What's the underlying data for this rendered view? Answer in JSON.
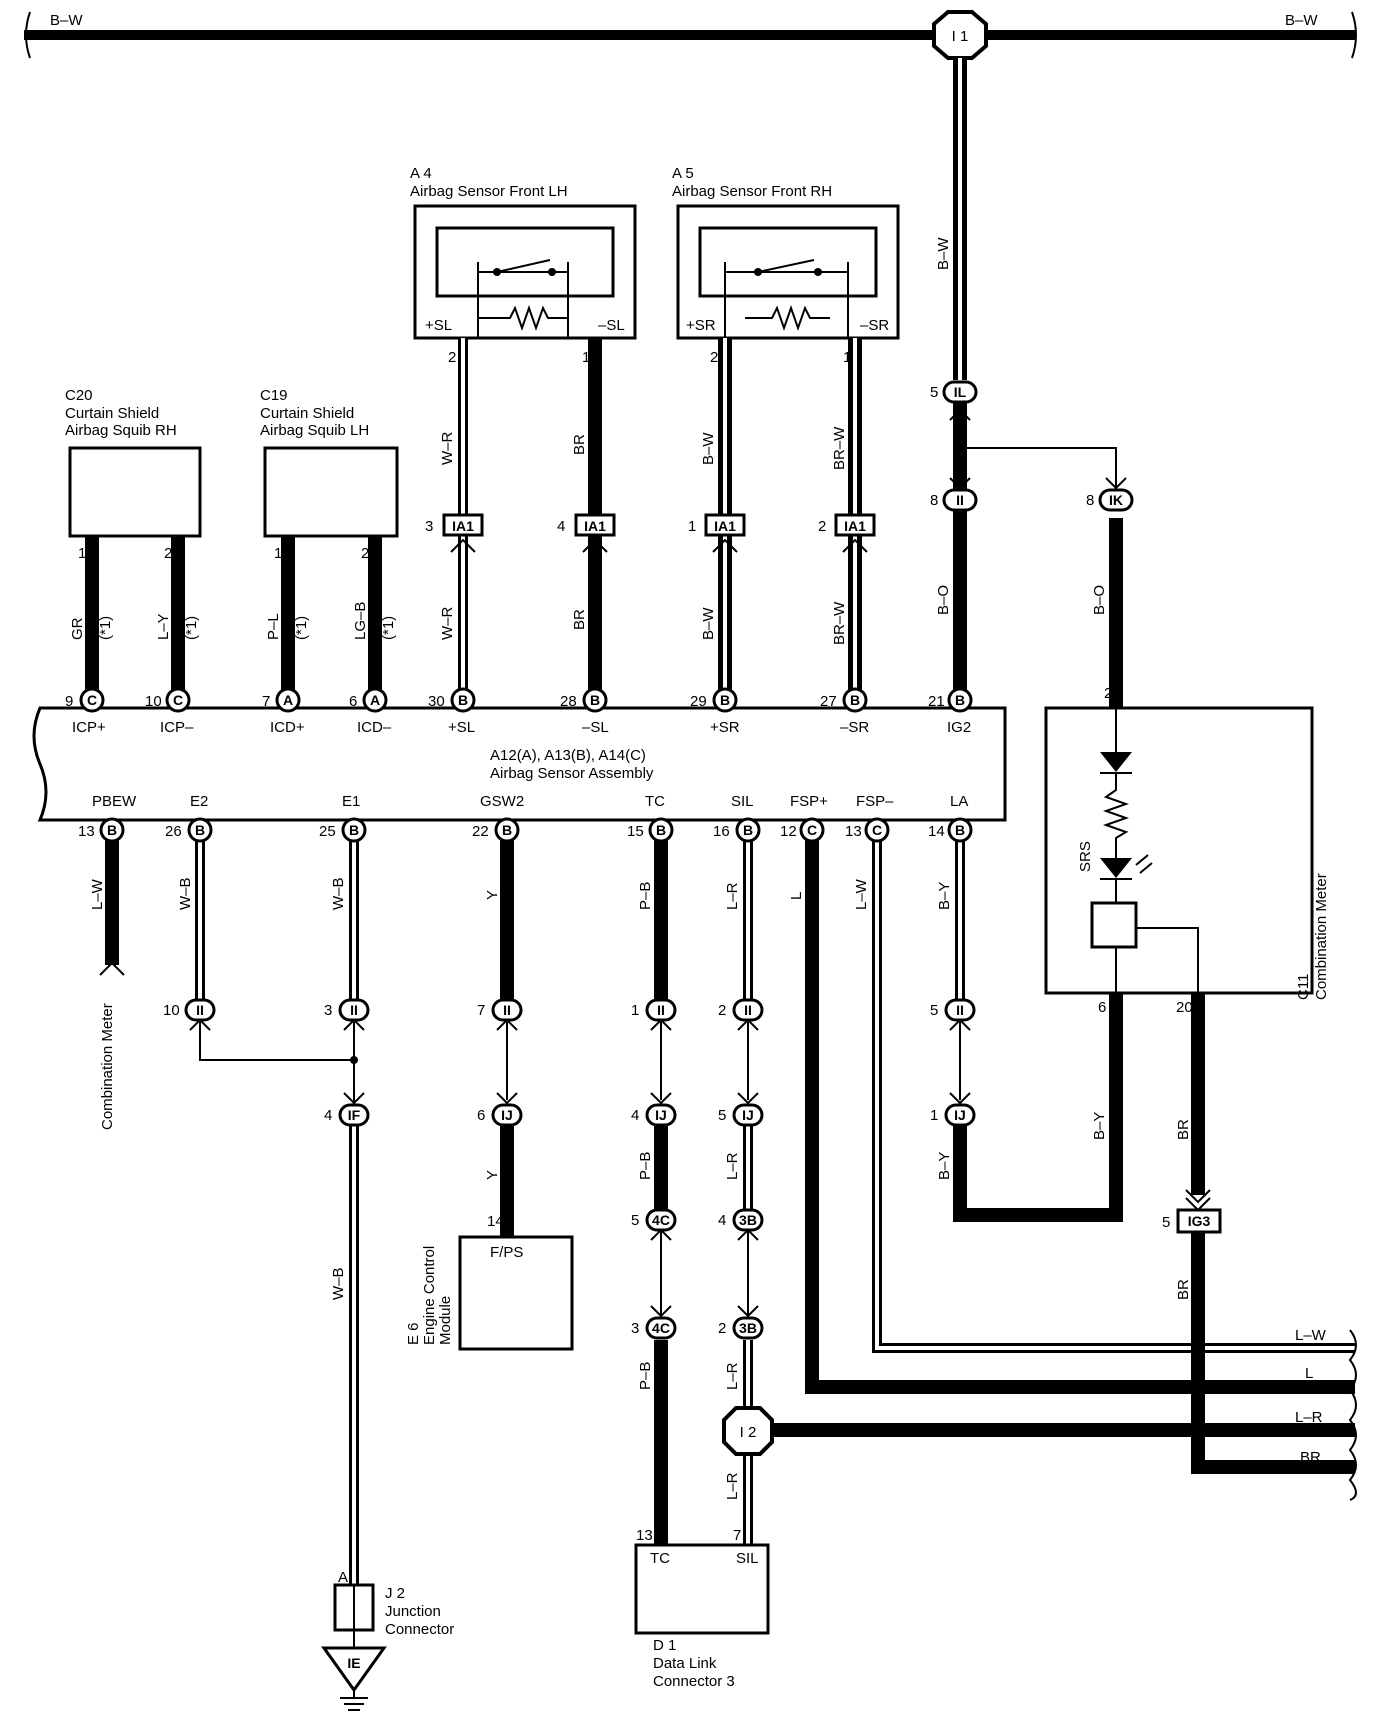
{
  "bus": {
    "left_label": "B–W",
    "right_label": "B–W",
    "splice_top": "I 1",
    "splice_bottom": "I 2",
    "vertical_label": "B–W"
  },
  "components": {
    "a4": {
      "id": "A 4",
      "name": "Airbag Sensor Front LH",
      "term_plus": "+SL",
      "term_minus": "–SL"
    },
    "a5": {
      "id": "A 5",
      "name": "Airbag Sensor Front RH",
      "term_plus": "+SR",
      "term_minus": "–SR"
    },
    "c20": {
      "id": "C20",
      "name_line1": "Curtain Shield",
      "name_line2": "Airbag Squib RH"
    },
    "c19": {
      "id": "C19",
      "name_line1": "Curtain Shield",
      "name_line2": "Airbag Squib LH"
    },
    "assembly": {
      "id": "A12(A), A13(B), A14(C)",
      "name": "Airbag Sensor Assembly"
    },
    "c11": {
      "id": "C11",
      "name": "Combination Meter",
      "srs": "SRS"
    },
    "e6": {
      "id": "E 6",
      "name_line1": "Engine Control",
      "name_line2": "Module",
      "term": "F/PS"
    },
    "d1": {
      "id": "D 1",
      "name_line1": "Data Link",
      "name_line2": "Connector 3",
      "term_tc": "TC",
      "term_sil": "SIL"
    },
    "j2": {
      "id": "J 2",
      "name_line1": "Junction",
      "name_line2": "Connector",
      "pin": "A",
      "ground": "IE"
    },
    "comb_meter_side": "Combination Meter"
  },
  "top_terminals": [
    {
      "pin": "9",
      "conn": "C",
      "name": "ICP+",
      "wire": "GR",
      "note": "(*1)"
    },
    {
      "pin": "10",
      "conn": "C",
      "name": "ICP–",
      "wire": "L–Y",
      "note": "(*1)"
    },
    {
      "pin": "7",
      "conn": "A",
      "name": "ICD+",
      "wire": "P–L",
      "note": "(*1)"
    },
    {
      "pin": "6",
      "conn": "A",
      "name": "ICD–",
      "wire": "LG–B",
      "note": "(*1)"
    },
    {
      "pin": "30",
      "conn": "B",
      "name": "+SL",
      "wire": "W–R"
    },
    {
      "pin": "28",
      "conn": "B",
      "name": "–SL",
      "wire": "BR"
    },
    {
      "pin": "29",
      "conn": "B",
      "name": "+SR",
      "wire": "B–W"
    },
    {
      "pin": "27",
      "conn": "B",
      "name": "–SR",
      "wire": "BR–W"
    },
    {
      "pin": "21",
      "conn": "B",
      "name": "IG2",
      "wire": "B–O"
    }
  ],
  "bottom_terminals": [
    {
      "pin": "13",
      "conn": "B",
      "name": "PBEW",
      "wire": "L–W"
    },
    {
      "pin": "26",
      "conn": "B",
      "name": "E2",
      "wire": "W–B"
    },
    {
      "pin": "25",
      "conn": "B",
      "name": "E1",
      "wire": "W–B"
    },
    {
      "pin": "22",
      "conn": "B",
      "name": "GSW2",
      "wire": "Y"
    },
    {
      "pin": "15",
      "conn": "B",
      "name": "TC",
      "wire": "P–B"
    },
    {
      "pin": "16",
      "conn": "B",
      "name": "SIL",
      "wire": "L–R"
    },
    {
      "pin": "12",
      "conn": "C",
      "name": "FSP+",
      "wire": "L"
    },
    {
      "pin": "13",
      "conn": "C",
      "name": "FSP–",
      "wire": "L–W"
    },
    {
      "pin": "14",
      "conn": "B",
      "name": "LA",
      "wire": "B–Y"
    }
  ],
  "sensor_pins": {
    "a4_plus": "2",
    "a4_minus": "1",
    "a5_plus": "2",
    "a5_minus": "1",
    "c20_1": "1",
    "c20_2": "2",
    "c19_1": "1",
    "c19_2": "2"
  },
  "ia1": {
    "label": "IA1",
    "pins": [
      "3",
      "4",
      "1",
      "2"
    ]
  },
  "ig_connectors": {
    "il": {
      "pin": "5",
      "label": "IL"
    },
    "ii_top": {
      "pin": "8",
      "label": "II"
    },
    "ik": {
      "pin": "8",
      "label": "IK"
    },
    "c11_in_pin": "2",
    "c11_out1": "6",
    "c11_out2": "20",
    "ig3": {
      "pin": "5",
      "label": "IG3"
    }
  },
  "lower_connectors": {
    "ii_e2": {
      "pin": "10",
      "label": "II"
    },
    "ii_e1": {
      "pin": "3",
      "label": "II"
    },
    "if": {
      "pin": "4",
      "label": "IF"
    },
    "ii_gsw": {
      "pin": "7",
      "label": "II"
    },
    "ij_gsw": {
      "pin": "6",
      "label": "IJ"
    },
    "e6_pin": "14",
    "ii_tc": {
      "pin": "1",
      "label": "II"
    },
    "ij_tc": {
      "pin": "4",
      "label": "IJ"
    },
    "c4_a": {
      "pin": "5",
      "label": "4C"
    },
    "c4_b": {
      "pin": "3",
      "label": "4C"
    },
    "d1_tc_pin": "13",
    "ii_sil": {
      "pin": "2",
      "label": "II"
    },
    "ij_sil": {
      "pin": "5",
      "label": "IJ"
    },
    "b3_a": {
      "pin": "4",
      "label": "3B"
    },
    "b3_b": {
      "pin": "2",
      "label": "3B"
    },
    "d1_sil_pin": "7",
    "ii_la": {
      "pin": "5",
      "label": "II"
    },
    "ij_la": {
      "pin": "1",
      "label": "IJ"
    }
  },
  "lower_wires": {
    "w_b": "W–B",
    "y": "Y",
    "p_b": "P–B",
    "l_r": "L–R",
    "b_y": "B–Y",
    "br": "BR"
  },
  "right_exits": [
    "L–W",
    "L",
    "L–R",
    "BR"
  ]
}
